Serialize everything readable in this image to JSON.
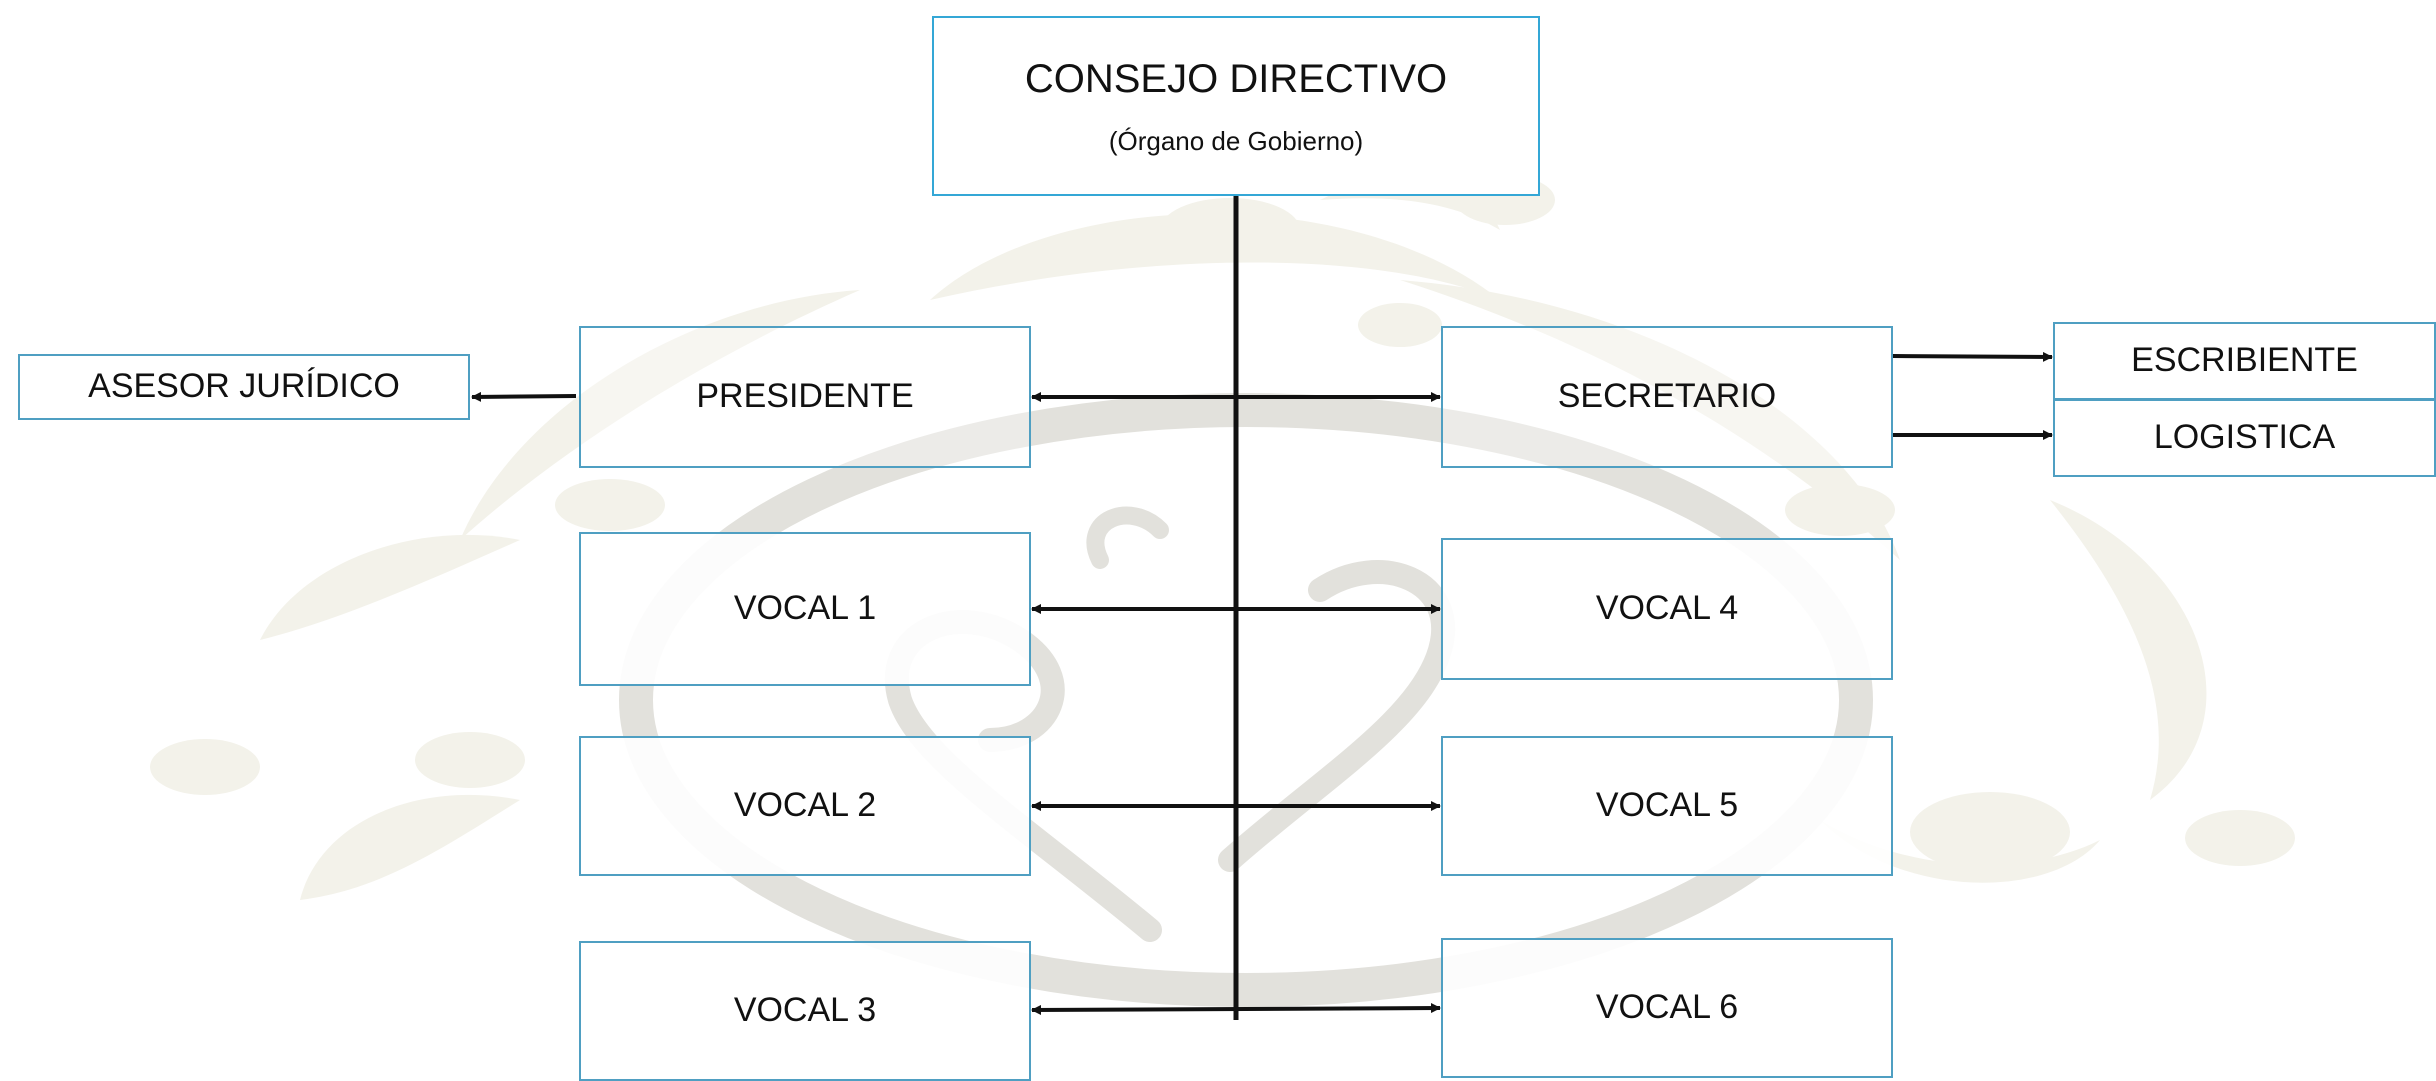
{
  "colors": {
    "box_border": "#4f9fc2",
    "top_border": "#34a7d6",
    "connector": "#111111",
    "watermark": "#efeee6"
  },
  "chart": {
    "root": {
      "title": "CONSEJO DIRECTIVO",
      "subtitle": "(Órgano de Gobierno)"
    },
    "advisor": "ASESOR JURÍDICO",
    "left_column": [
      "PRESIDENTE",
      "VOCAL 1",
      "VOCAL 2",
      "VOCAL 3"
    ],
    "right_column": [
      "SECRETARIO",
      "VOCAL 4",
      "VOCAL 5",
      "VOCAL 6"
    ],
    "secretary_units": [
      "ESCRIBIENTE",
      "LOGISTICA"
    ]
  }
}
